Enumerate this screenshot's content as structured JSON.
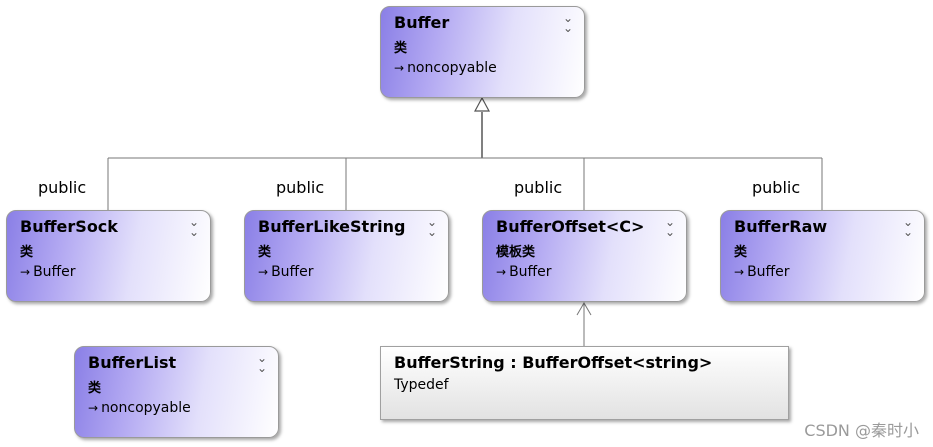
{
  "classes": {
    "buffer": {
      "name": "Buffer",
      "kind": "类",
      "base": "noncopyable"
    },
    "buffer_sock": {
      "name": "BufferSock",
      "kind": "类",
      "base": "Buffer"
    },
    "buffer_like_string": {
      "name": "BufferLikeString",
      "kind": "类",
      "base": "Buffer"
    },
    "buffer_offset": {
      "name": "BufferOffset<C>",
      "kind": "模板类",
      "base": "Buffer"
    },
    "buffer_raw": {
      "name": "BufferRaw",
      "kind": "类",
      "base": "Buffer"
    },
    "buffer_list": {
      "name": "BufferList",
      "kind": "类",
      "base": "noncopyable"
    }
  },
  "typedef": {
    "name": "BufferString : BufferOffset<string>",
    "kind": "Typedef"
  },
  "inheritance_labels": [
    "public",
    "public",
    "public",
    "public"
  ],
  "icons": {
    "collapse": "chevron-double-down-icon",
    "inherit": "inherits-arrow-icon"
  },
  "colors": {
    "class_gradient_start": "#8a7fe6",
    "line": "#666666"
  },
  "watermark": "CSDN @秦时小"
}
